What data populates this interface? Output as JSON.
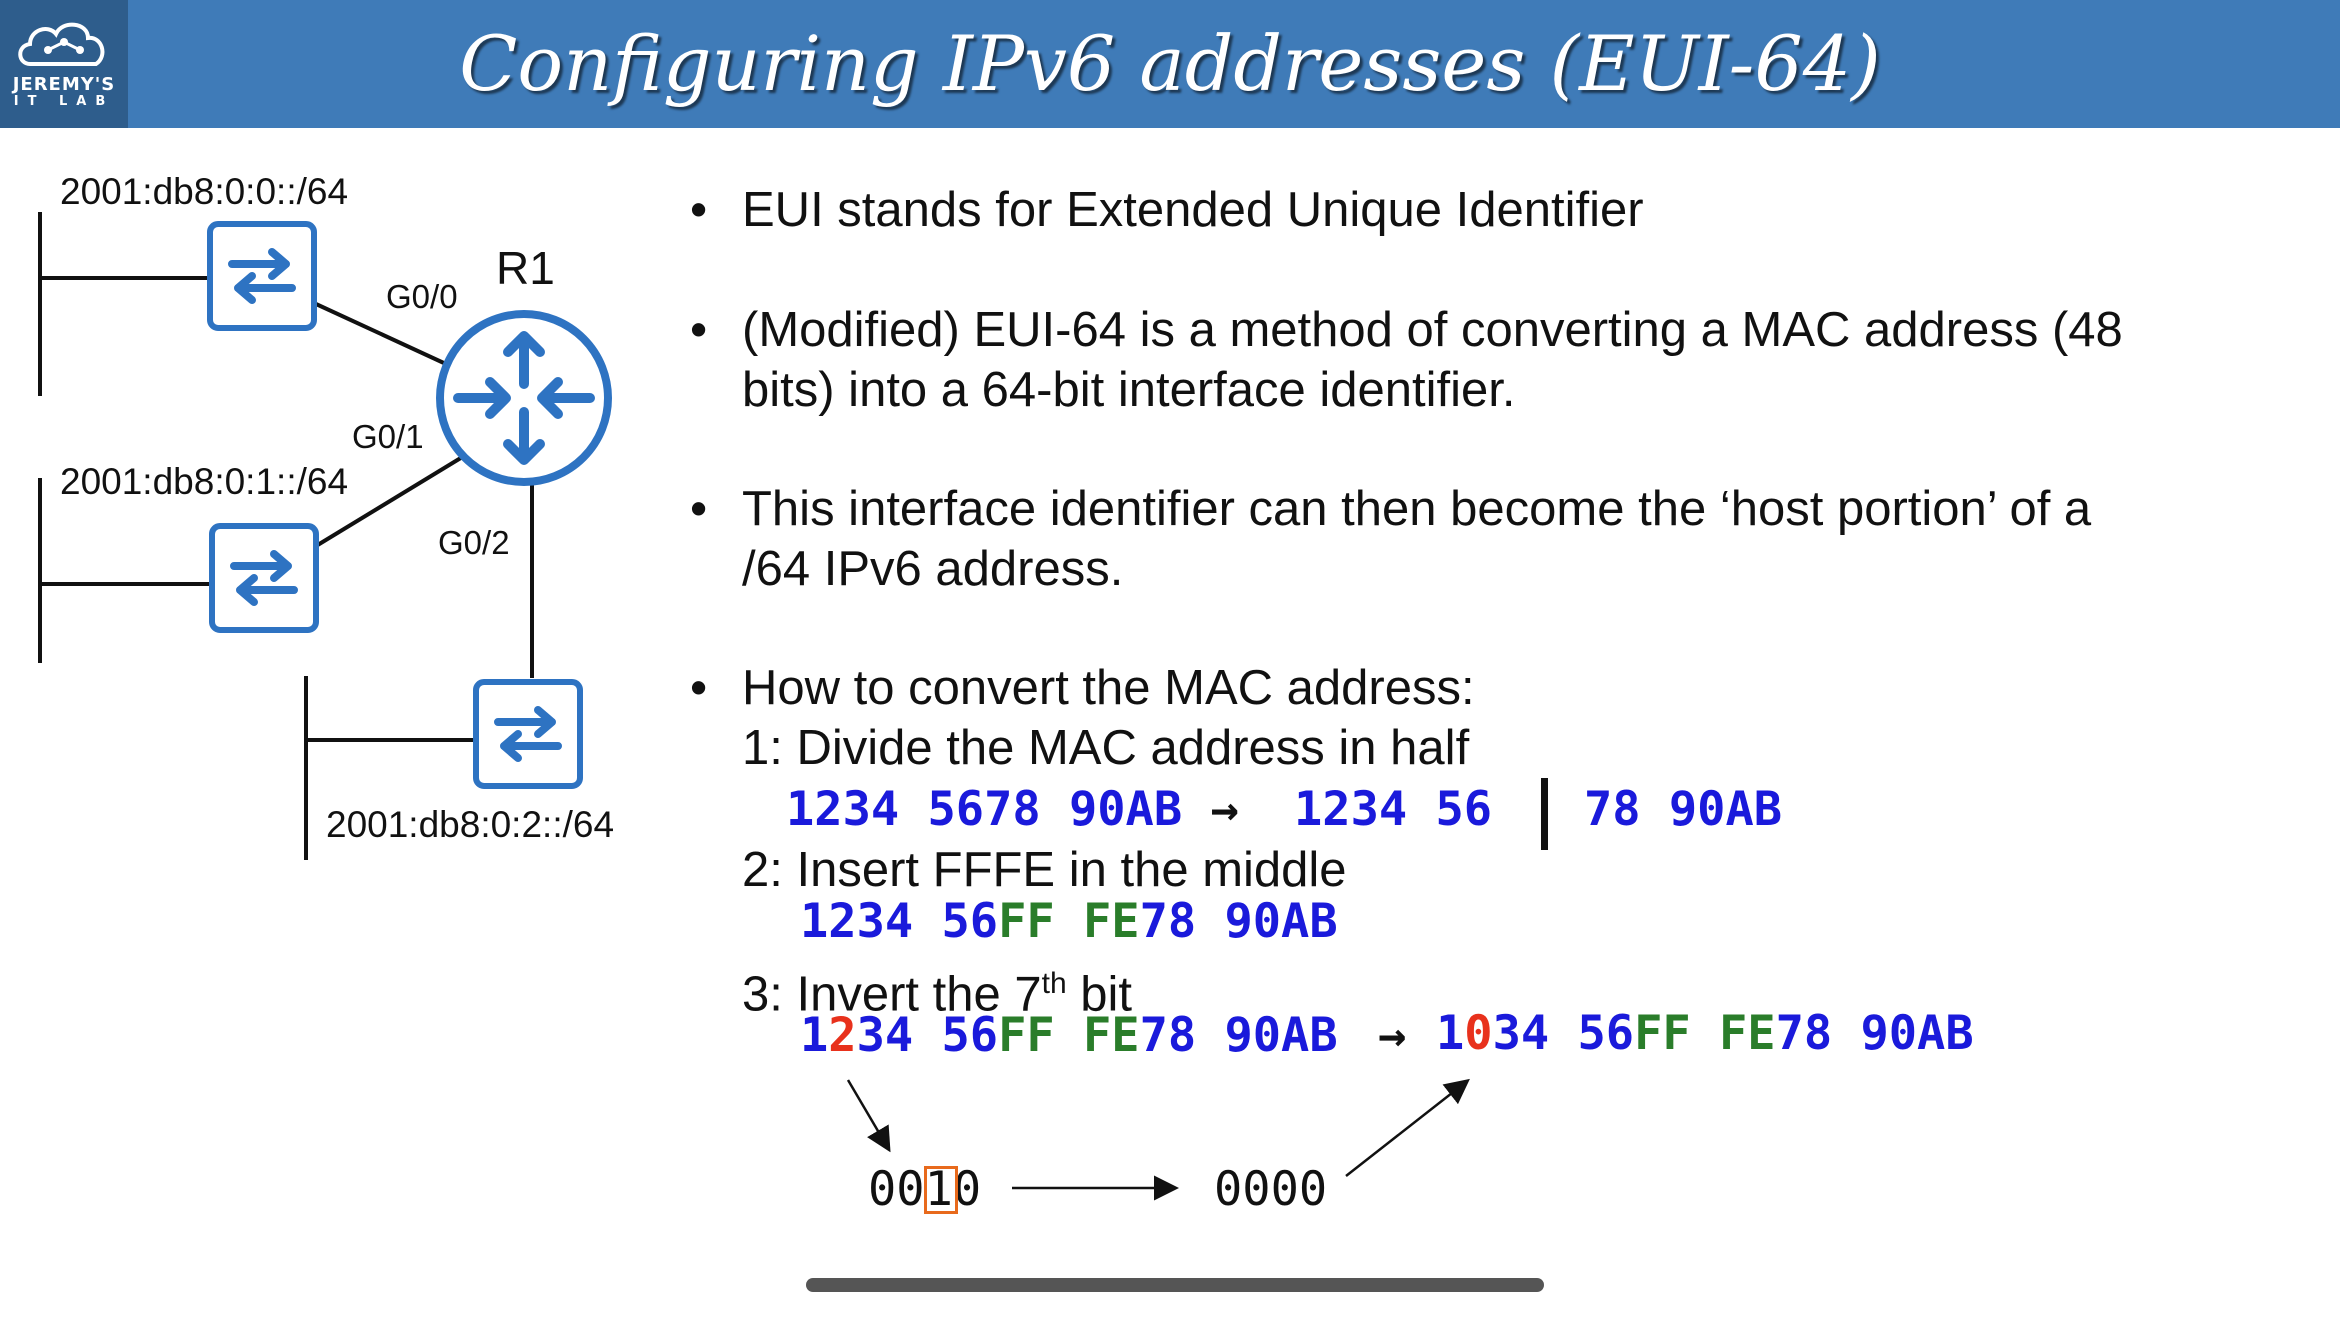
{
  "logo": {
    "line1": "JEREMY'S",
    "line2": "IT LAB"
  },
  "title": "Configuring IPv6 addresses (EUI-64)",
  "diagram": {
    "router": "R1",
    "networks": [
      "2001:db8:0:0::/64",
      "2001:db8:0:1::/64",
      "2001:db8:0:2::/64"
    ],
    "interfaces": [
      "G0/0",
      "G0/1",
      "G0/2"
    ],
    "icons": [
      "switch-icon",
      "router-icon"
    ]
  },
  "bullets": [
    {
      "marker": "•",
      "text": "EUI stands for Extended Unique Identifier"
    },
    {
      "marker": "•",
      "line1": "(Modified) EUI-64 is a method of converting a MAC address (48",
      "line2": "bits) into a 64-bit interface identifier."
    },
    {
      "marker": "•",
      "line1": "This interface identifier can then become the ‘host portion’ of a",
      "line2": "/64 IPv6 address."
    },
    {
      "marker": "•",
      "text": "How to convert the MAC address:"
    }
  ],
  "steps": {
    "step1": "1: Divide the MAC address in half",
    "step1_mac": "1234 5678 90AB",
    "arrow": "→",
    "step1_left": "1234 56",
    "step1_right": "78 90AB",
    "step2": "2: Insert FFFE in the middle",
    "step2_parts": [
      "1234 56",
      "FF FE",
      "78 90AB"
    ],
    "step3_prefix": "3: Invert the 7",
    "step3_sup": "th",
    "step3_suffix": " bit",
    "step3_before": [
      "1",
      "2",
      "34 56",
      "FF FE",
      "78 90AB"
    ],
    "step3_after": [
      "1",
      "0",
      "34 56",
      "FF FE",
      "78 90AB"
    ],
    "binary_before": [
      "00",
      "1",
      "0"
    ],
    "binary_after": "0000"
  },
  "colors": {
    "title_bar": "#3f7bb8",
    "mac_blue": "#1a1adb",
    "insert_green": "#2a7d2a",
    "flip_red": "#e8311c",
    "highlight_orange": "#e86a1c",
    "device_blue": "#2e73c2"
  }
}
